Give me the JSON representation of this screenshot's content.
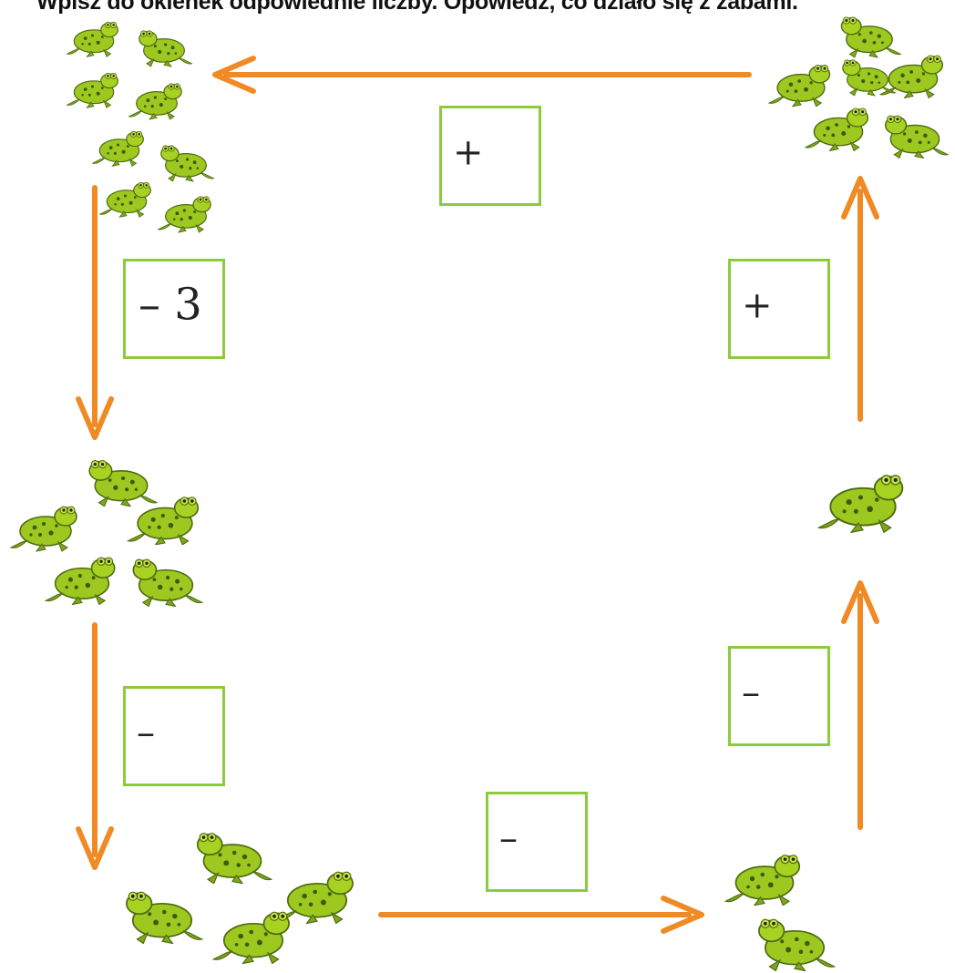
{
  "instruction": "Wpisz do okienek odpowiednie liczby. Opowiedz, co działo się z żabami.",
  "colors": {
    "arrow": "#f08a24",
    "box_border": "#8ccb3c",
    "frog_body": "#9dc81f",
    "frog_spots": "#3c5a0a"
  },
  "groups": {
    "top_left": {
      "frog_count": 8
    },
    "top_right": {
      "frog_count": 6
    },
    "middle_left": {
      "frog_count": 5
    },
    "middle_right": {
      "frog_count": 1
    },
    "bottom_left": {
      "frog_count": 4
    },
    "bottom_right": {
      "frog_count": 2
    }
  },
  "boxes": {
    "top": {
      "operator": "+",
      "value": ""
    },
    "left_upper": {
      "operator": "–",
      "value": "3"
    },
    "right_upper": {
      "operator": "+",
      "value": ""
    },
    "left_lower": {
      "operator": "–",
      "value": ""
    },
    "right_lower": {
      "operator": "–",
      "value": ""
    },
    "bottom": {
      "operator": "–",
      "value": ""
    }
  },
  "icons": {
    "frog": "frog-icon",
    "arrow": "arrow-icon"
  }
}
